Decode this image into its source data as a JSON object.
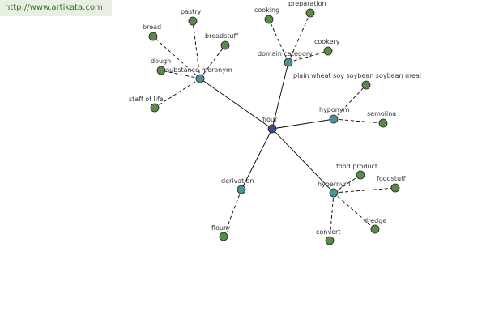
{
  "watermark": "http://www.artikata.com",
  "colors": {
    "center_node": "#3d4f8a",
    "relation_node": "#4f8f98",
    "term_node": "#5a8a4a",
    "edge": "#000000"
  },
  "center": {
    "id": "flour",
    "label": "flour"
  },
  "relations": [
    {
      "id": "substance-meronym",
      "label": "substance meronym",
      "terms": [
        {
          "id": "bread",
          "label": "bread"
        },
        {
          "id": "pastry",
          "label": "pastry"
        },
        {
          "id": "breadstuff",
          "label": "breadstuff"
        },
        {
          "id": "dough",
          "label": "dough"
        },
        {
          "id": "staff-of-life",
          "label": "staff of life"
        }
      ]
    },
    {
      "id": "domain-category",
      "label": "domain category",
      "terms": [
        {
          "id": "cooking",
          "label": "cooking"
        },
        {
          "id": "preparation",
          "label": "preparation"
        },
        {
          "id": "cookery",
          "label": "cookery"
        }
      ]
    },
    {
      "id": "hyponym",
      "label": "hyponym",
      "terms": [
        {
          "id": "plain-wheat-soy",
          "label": "plain wheat soy  soybean soybean meal"
        },
        {
          "id": "semolina",
          "label": "semolina"
        }
      ]
    },
    {
      "id": "derivation",
      "label": "derivation",
      "terms": [
        {
          "id": "floury",
          "label": "floury"
        }
      ]
    },
    {
      "id": "hypernym",
      "label": "hypernym",
      "terms": [
        {
          "id": "food-product",
          "label": "food product"
        },
        {
          "id": "foodstuff",
          "label": "foodstuff"
        },
        {
          "id": "dredge",
          "label": "dredge"
        },
        {
          "id": "convert",
          "label": "convert"
        }
      ]
    }
  ]
}
